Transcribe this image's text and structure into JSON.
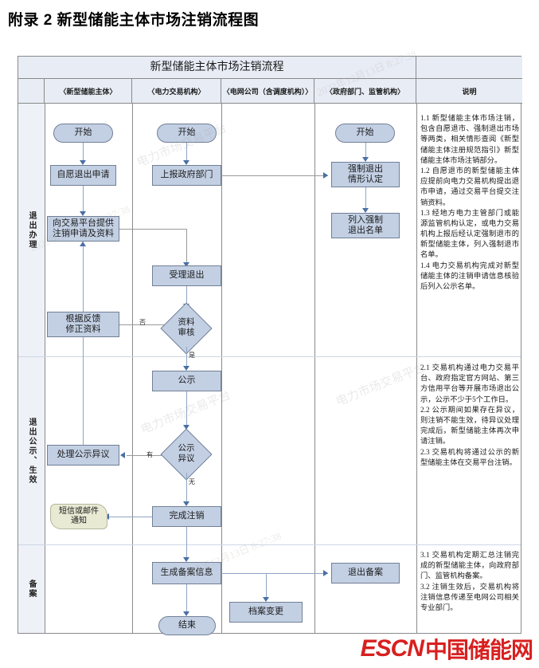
{
  "document": {
    "title": "附录 2  新型储能主体市场注销流程图"
  },
  "table": {
    "banner": "新型储能主体市场注销流程",
    "columns": [
      {
        "id": "stage",
        "label": ""
      },
      {
        "id": "entity",
        "label": "〈新型储能主体〉"
      },
      {
        "id": "exchange",
        "label": "〈电力交易机构〉"
      },
      {
        "id": "grid",
        "label": "〈电网公司（含调度机构）〉"
      },
      {
        "id": "gov",
        "label": "〈政府部门、监管机构〉"
      },
      {
        "id": "desc",
        "label": "说明"
      }
    ],
    "stages": [
      {
        "id": "stage-1",
        "label": "退出办理"
      },
      {
        "id": "stage-2",
        "label": "退出公示、生效"
      },
      {
        "id": "stage-3",
        "label": "备案"
      }
    ]
  },
  "descriptions": [
    {
      "id": "desc-1",
      "text": "1.1 新型储能主体市场注销，包含自愿退市、强制退出市场等两类，相关情形查阅《新型储能主体注册规范指引》新型储能主体市场注销部分。\n1.2 自愿退市的新型储能主体应提前向电力交易机构提出退市申请，通过交易平台提交注销资料。\n1.3 经地方电力主管部门或能源监管机构认定，或电力交易机构上报后经认定强制退市的新型储能主体，列入强制退市名单。\n1.4 电力交易机构完成对新型储能主体的注销申请信息核验后列入公示名单。"
    },
    {
      "id": "desc-2",
      "text": "2.1 交易机构通过电力交易平台、政府指定官方网站、第三方信用平台等开展市场退出公示，公示不少于5个工作日。\n2.2 公示期间如果存在异议，则注销不能生效，待异议处理完成后，新型储能主体再次申请注销。\n2.3 交易机构将通过公示的新型储能主体在交易平台注销。"
    },
    {
      "id": "desc-3",
      "text": "3.1 交易机构定期汇总注销完成的新型储能主体，向政府部门、监管机构备案。\n3.2 注销生效后，交易机构将注销信息传递至电网公司相关专业部门。"
    }
  ],
  "nodes": {
    "entity_start": "开始",
    "entity_voluntary_apply": "自愿退出申请",
    "entity_submit_platform": "向交易平台提供\n注销申请及资料",
    "entity_revise": "根据反馈\n修正资料",
    "entity_handle_objection": "处理公示异议",
    "exchange_start": "开始",
    "exchange_report_gov": "上报政府部门",
    "exchange_accept_exit": "受理退出",
    "exchange_review": "资料\n审核",
    "exchange_publicity": "公示",
    "exchange_objection": "公示\n异议",
    "exchange_finish_cancel": "完成注销",
    "exchange_generate_record": "生成备案信息",
    "exchange_end": "结束",
    "grid_notice": "短信或邮件\n通知",
    "grid_archive_change": "档案变更",
    "gov_start": "开始",
    "gov_force_exit_determination": "强制退出\n情形认定",
    "gov_force_exit_list": "列入强制\n退出名单",
    "gov_exit_record": "退出备案"
  },
  "edge_labels": {
    "review_no": "否",
    "review_yes": "是",
    "objection_yes": "有",
    "objection_no": "无"
  },
  "watermarks": {
    "w1": "电力市场交易平台",
    "w2": "2022年12月13日 8:27:38",
    "w3": "电力市场交易平台",
    "w4": "2022年12月13日 8:27:38",
    "w5": "电力市场交易平台",
    "w6": "2022年12月13日 8:27:38"
  },
  "logo": {
    "en": "ESCN",
    "cn": "中国储能网"
  },
  "colors": {
    "node_fill": "#c3d0e4",
    "node_border": "#717f96",
    "header_fill": "#e7ecf5",
    "doc_fill": "#e8ead4",
    "connector": "#8ea5c4",
    "logo_red": "#d81f1f"
  }
}
